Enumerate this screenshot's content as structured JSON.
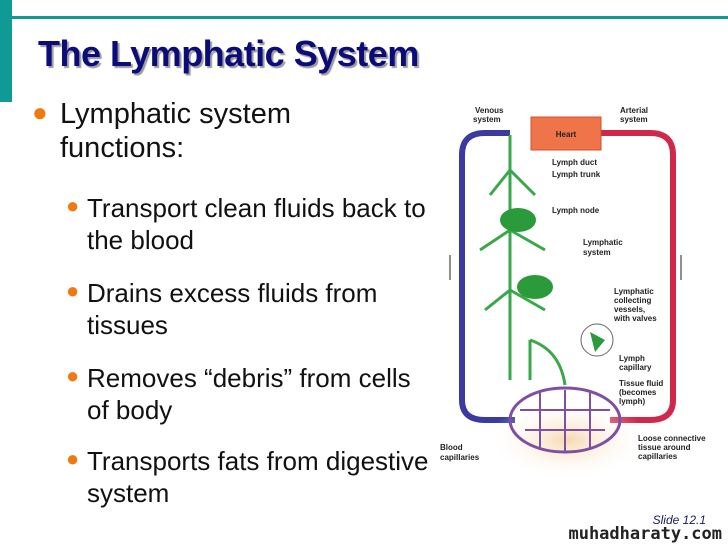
{
  "title": "The Lymphatic System",
  "bullet": "Lymphatic system functions:",
  "sub_bullets": [
    "Transport clean fluids back to the blood",
    "Drains excess fluids from tissues",
    "Removes “debris” from cells of body",
    "Transports fats from digestive system"
  ],
  "diagram": {
    "venous": [
      "Venous",
      "system"
    ],
    "arterial": [
      "Arterial",
      "system"
    ],
    "heart": "Heart",
    "lymph_duct": "Lymph duct",
    "lymph_trunk": "Lymph trunk",
    "lymph_node": "Lymph node",
    "lymphatic_system": [
      "Lymphatic",
      "system"
    ],
    "collecting": [
      "Lymphatic",
      "collecting",
      "vessels,",
      "with valves"
    ],
    "lymph_capillary": [
      "Lymph",
      "capillary"
    ],
    "tissue_fluid": [
      "Tissue fluid",
      "(becomes",
      "lymph)"
    ],
    "blood_capillaries": [
      "Blood",
      "capillaries"
    ],
    "loose_tissue": [
      "Loose connective",
      "tissue around",
      "capillaries"
    ]
  },
  "slide_number": "Slide 12.1",
  "watermark": "muhadharaty.com",
  "colors": {
    "accent": "#0f9a96",
    "title": "#0b0b7a",
    "bullet": "#f07a10",
    "venous": "#3a3aa0",
    "arterial": "#d0284a",
    "lymph": "#3aa84a",
    "heart": "#f0744a"
  }
}
